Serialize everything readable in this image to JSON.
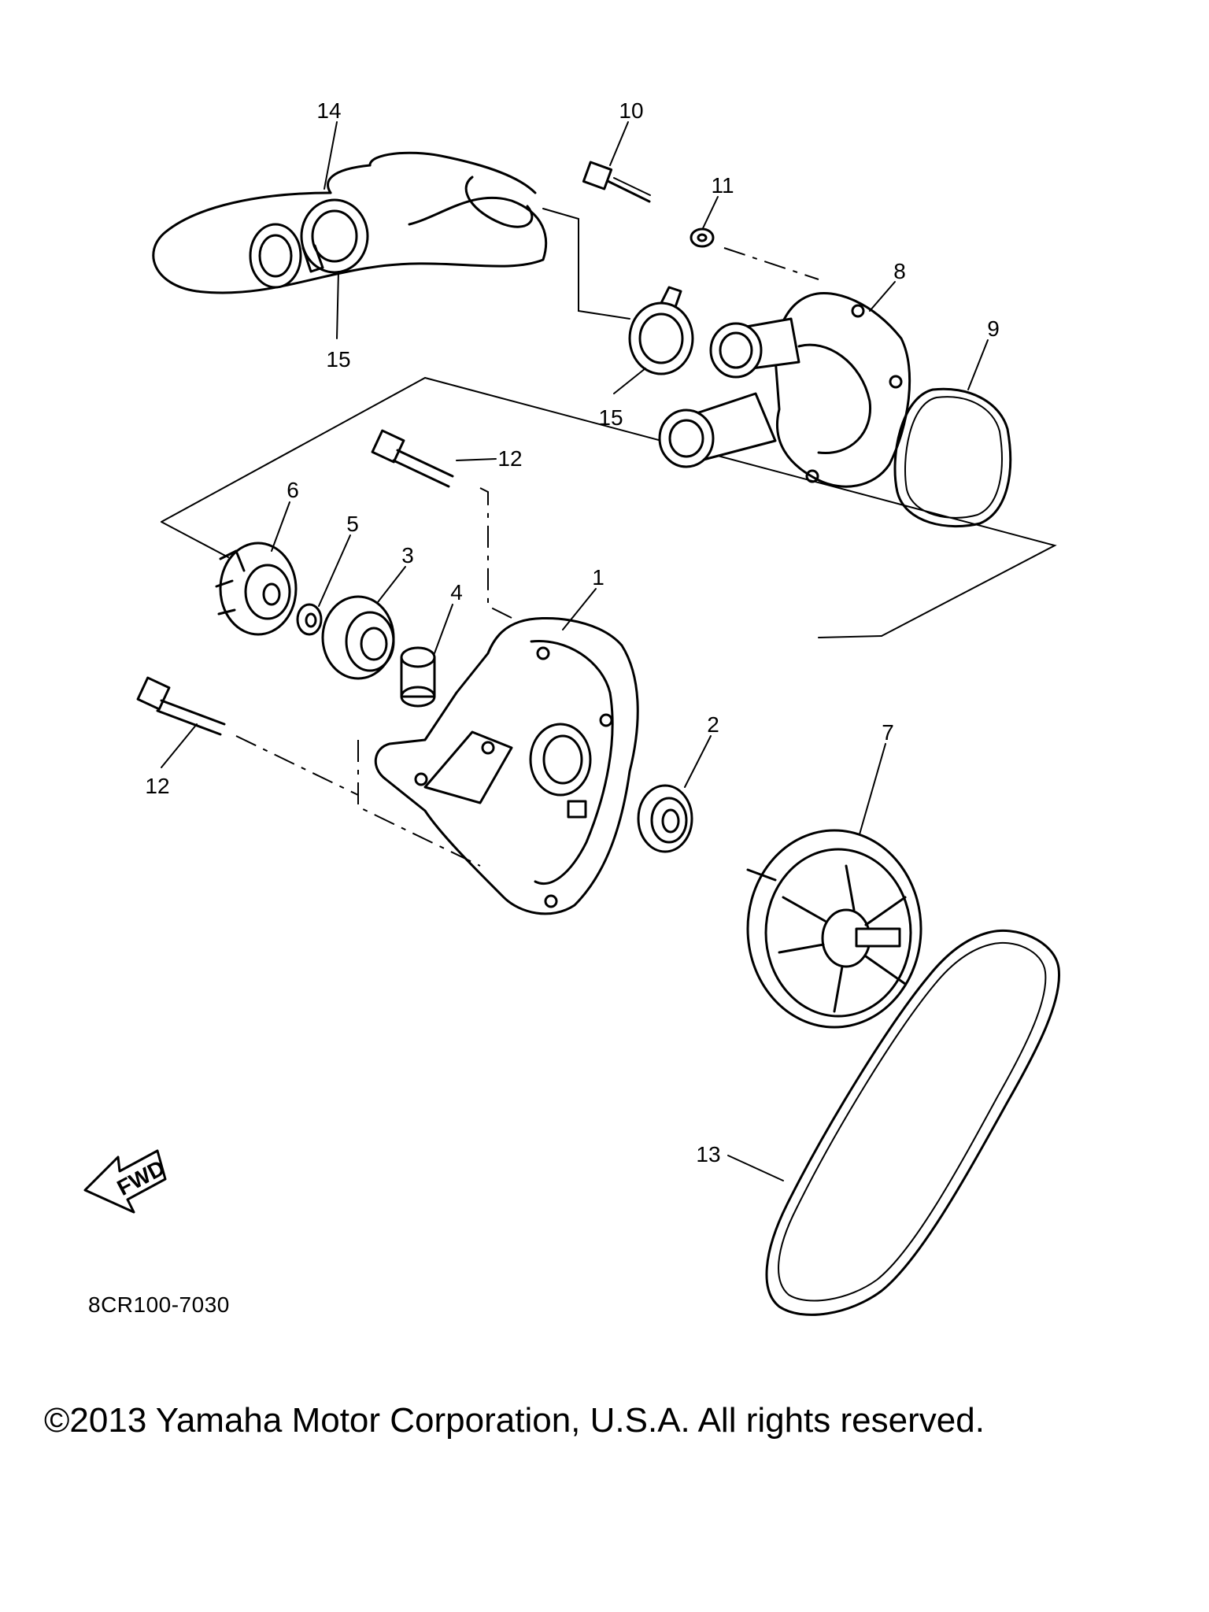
{
  "diagram": {
    "code": "8CR100-7030",
    "fwd_label": "FWD",
    "parts": [
      {
        "id": "p14",
        "label": "14"
      },
      {
        "id": "p10",
        "label": "10"
      },
      {
        "id": "p11",
        "label": "11"
      },
      {
        "id": "p8",
        "label": "8"
      },
      {
        "id": "p9",
        "label": "9"
      },
      {
        "id": "p15a",
        "label": "15"
      },
      {
        "id": "p15b",
        "label": "15"
      },
      {
        "id": "p12a",
        "label": "12"
      },
      {
        "id": "p6",
        "label": "6"
      },
      {
        "id": "p5",
        "label": "5"
      },
      {
        "id": "p3",
        "label": "3"
      },
      {
        "id": "p4",
        "label": "4"
      },
      {
        "id": "p1",
        "label": "1"
      },
      {
        "id": "p2",
        "label": "2"
      },
      {
        "id": "p7",
        "label": "7"
      },
      {
        "id": "p12b",
        "label": "12"
      },
      {
        "id": "p13",
        "label": "13"
      }
    ]
  },
  "footer": {
    "copyright": "©2013 Yamaha Motor Corporation, U.S.A. All rights reserved."
  }
}
